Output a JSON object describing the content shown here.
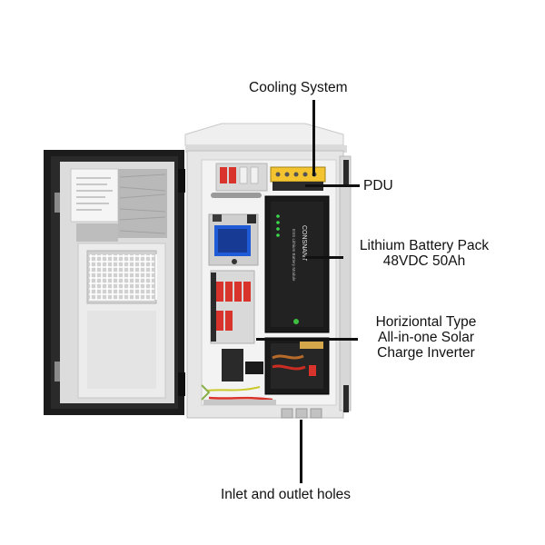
{
  "labels": {
    "cooling": "Cooling System",
    "pdu": "PDU",
    "battery_line1": "Lithium Battery Pack",
    "battery_line2": "48VDC 50Ah",
    "inverter_line1": "Horiziontal Type",
    "inverter_line2": "All-in-one Solar",
    "inverter_line3": "Charge Inverter",
    "holes": "Inlet and outlet holes"
  },
  "battery_module": {
    "brand": "CONSNANT",
    "model": "ESS Lithium Battery Module"
  },
  "colors": {
    "cabinet": "#e9e9e9",
    "cabinet_edge": "#bdbdbd",
    "panel_dark": "#1a1a1a",
    "breaker_red": "#d9342b",
    "screen_blue": "#1f5bd6"
  },
  "icons": [
    "ventilation-grille",
    "breaker",
    "led"
  ]
}
